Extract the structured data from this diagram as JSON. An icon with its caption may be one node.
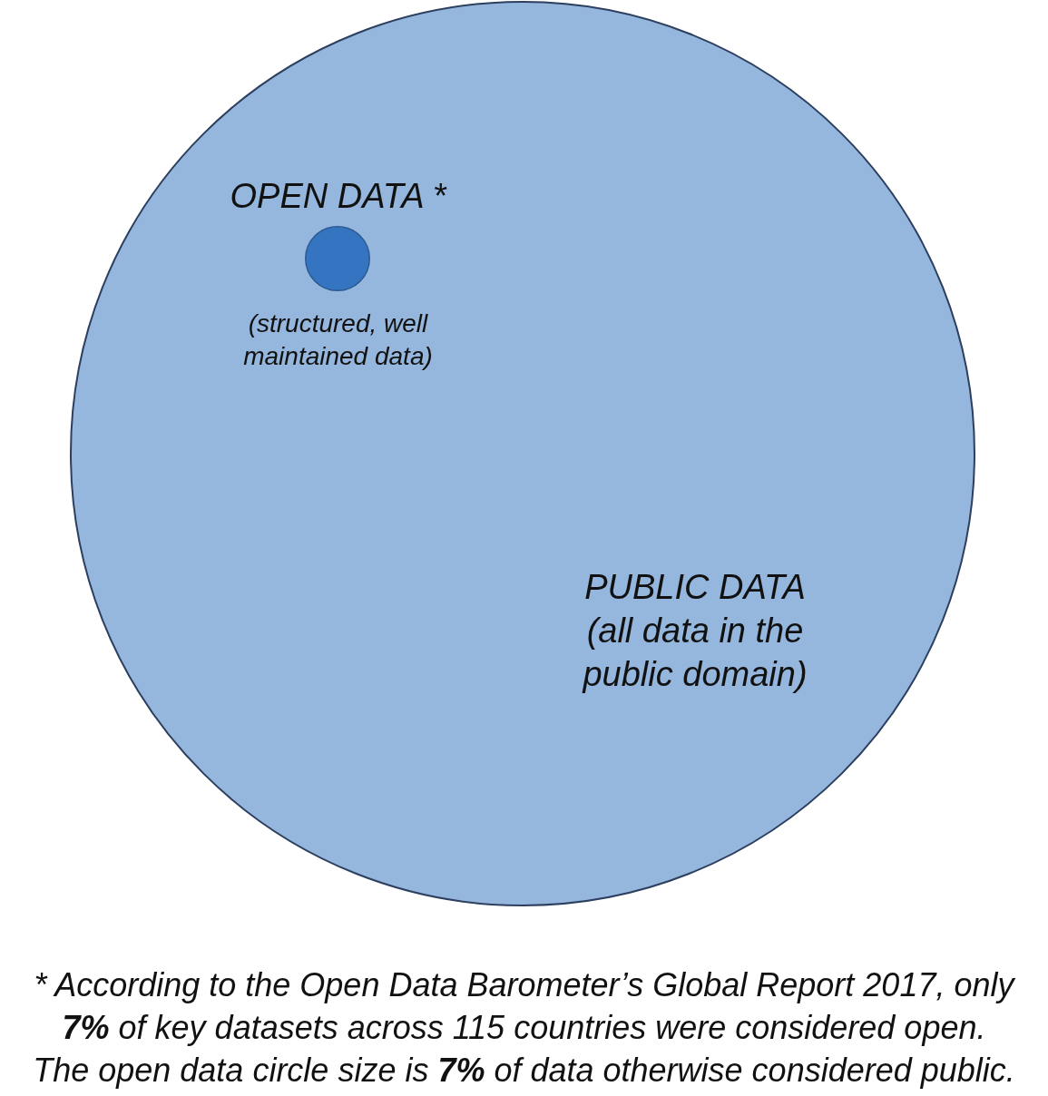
{
  "diagram": {
    "caption": "* According to the Open Data Barometer’s Global Report 2017, only **7%** of key datasets across 115 countries were considered open. The open data circle size is **7%** of data otherwise considered public.",
    "nodes": [
      {
        "text": [
          "PUBLIC DATA",
          "(all data in the public domain)"
        ]
      },
      {
        "text": [
          "OPEN DATA *"
        ],
        "beside": [
          "(structured, well maintained data)"
        ],
        "in": 0
      }
    ]
  }
}
